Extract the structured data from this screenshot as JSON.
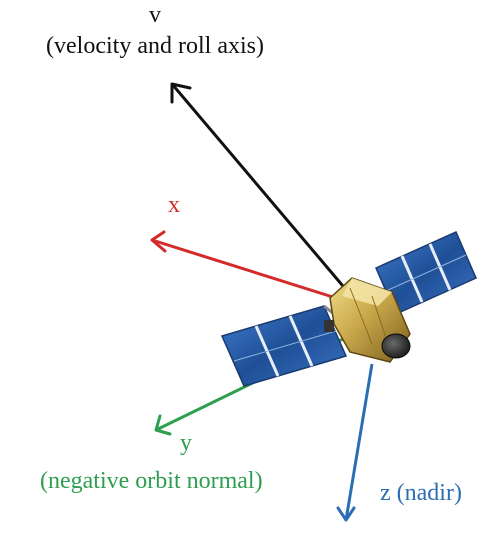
{
  "axes": {
    "v": {
      "name": "v",
      "description": "(velocity and roll axis)",
      "color": "#111111"
    },
    "x": {
      "name": "x",
      "color": "#d42a2a"
    },
    "y": {
      "name": "y",
      "description": "(negative orbit normal)",
      "color": "#2e9e4f"
    },
    "z": {
      "name": "z (nadir)",
      "color": "#2a6fb4"
    }
  },
  "spacecraft": {
    "body_color": "#c9a84a",
    "panel_color": "#2d5fa8",
    "icon": "satellite-icon"
  }
}
